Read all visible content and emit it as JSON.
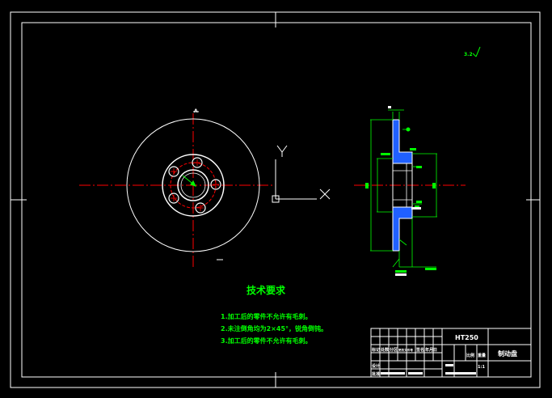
{
  "colors": {
    "background": "#000000",
    "frame": "#ffffff",
    "centerline": "#ff0000",
    "dimension": "#00ff00",
    "section_fill": "#2060ff"
  },
  "views": {
    "section_label": "A",
    "axis_y_label": "Y",
    "roughness_symbol": "3.2"
  },
  "notes": {
    "title": "技术要求",
    "items": [
      "1.加工后的零件不允许有毛刺。",
      "2.未注倒角均为2×45°，锐角倒钝。",
      "3.加工后的零件不允许有毛刺。"
    ]
  },
  "title_block": {
    "material": "HT250",
    "part_name": "制动盘",
    "row_labels": [
      "标记",
      "处数",
      "分区",
      "更改文件号",
      "签名",
      "年月日"
    ],
    "designer_label": "设计",
    "approve_label": "批准",
    "scale_label": "比例",
    "weight_label": "重量",
    "scale_value": "1:1"
  }
}
